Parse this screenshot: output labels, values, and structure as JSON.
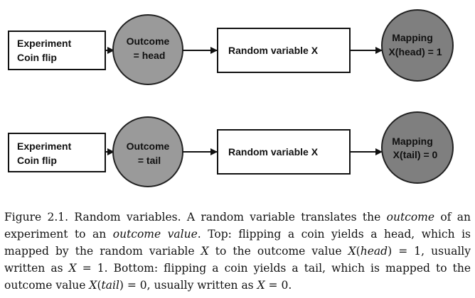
{
  "colors": {
    "box_fill": "#ffffff",
    "box_stroke": "#111111",
    "outcome_circle_fill": "#9a9a9a",
    "mapping_circle_fill": "#7f7f7f",
    "text": "#111111"
  },
  "diagram": {
    "rows": [
      {
        "experiment": {
          "line1": "Experiment",
          "line2": "Coin flip"
        },
        "outcome": {
          "line1": "Outcome",
          "line2": "= head"
        },
        "random_variable": "Random variable X",
        "mapping": {
          "line1": "Mapping",
          "line2": "X(head) = 1"
        }
      },
      {
        "experiment": {
          "line1": "Experiment",
          "line2": "Coin flip"
        },
        "outcome": {
          "line1": "Outcome",
          "line2": "= tail"
        },
        "random_variable": "Random variable X",
        "mapping": {
          "line1": "Mapping",
          "line2": "X(tail) = 0"
        }
      }
    ]
  },
  "caption": {
    "label": "Figure 2.1.",
    "seg1": " Random variables. A random variable translates the ",
    "em1": "outcome",
    "seg2": " of an experiment to an ",
    "em2": "outcome value",
    "seg3": ". Top: flipping a coin yields a head, which is mapped by the random variable ",
    "em3": "X",
    "seg4": " to the outcome value ",
    "em4": "X",
    "seg5": "(",
    "em5": "head",
    "seg6": ") = 1, usually written as ",
    "em6": "X",
    "seg7": " = 1. Bottom: flipping a coin yields a tail, which is mapped to the outcome value ",
    "em7": "X",
    "seg8": "(",
    "em8": "tail",
    "seg9": ") = 0, usually written as ",
    "em9": "X",
    "seg10": " = 0."
  }
}
